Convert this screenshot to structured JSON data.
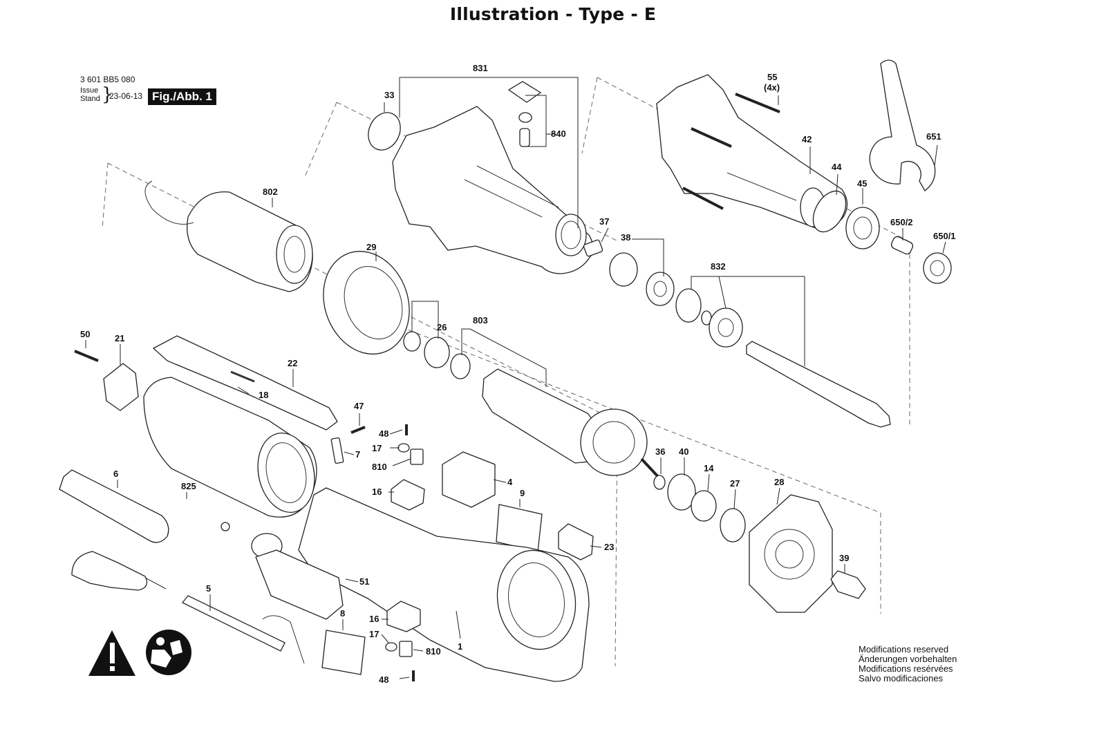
{
  "title": "Illustration - Type - E",
  "header": {
    "document_number": "3 601 BB5 080",
    "issue_label": "Issue",
    "stand_label": "Stand",
    "date": "23-06-13",
    "figure_label": "Fig./Abb. 1"
  },
  "parts": {
    "p831": "831",
    "p33": "33",
    "p840": "840",
    "p55": "55",
    "p55q": "(4x)",
    "p42": "42",
    "p651": "651",
    "p44": "44",
    "p45": "45",
    "p650_2": "650/2",
    "p650_1": "650/1",
    "p802": "802",
    "p29": "29",
    "p37": "37",
    "p38": "38",
    "p832": "832",
    "p26": "26",
    "p803": "803",
    "p50": "50",
    "p21": "21",
    "p22": "22",
    "p18": "18",
    "p47": "47",
    "p48a": "48",
    "p17a": "17",
    "p810a": "810",
    "p16a": "16",
    "p7": "7",
    "p4": "4",
    "p9": "9",
    "p6": "6",
    "p825": "825",
    "p36": "36",
    "p40": "40",
    "p14": "14",
    "p27": "27",
    "p28": "28",
    "p23": "23",
    "p39": "39",
    "p5": "5",
    "p51": "51",
    "p8": "8",
    "p16b": "16",
    "p17b": "17",
    "p810b": "810",
    "p1": "1",
    "p48b": "48"
  },
  "modifications": [
    "Modifications reserved",
    "Änderungen vorbehalten",
    "Modifications resérvées",
    "Salvo modificaciones"
  ],
  "icons": [
    "warning-triangle-icon",
    "read-manual-icon"
  ]
}
